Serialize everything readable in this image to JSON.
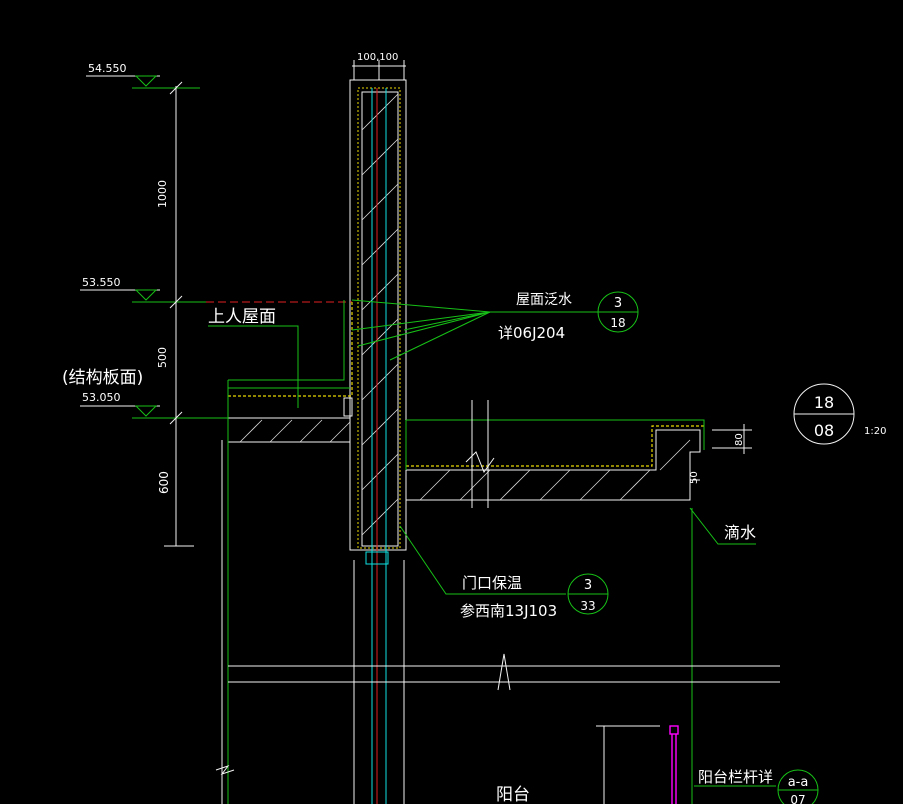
{
  "drawing": {
    "elevations": [
      {
        "id": "elev-top",
        "value": "54.550"
      },
      {
        "id": "elev-mid",
        "value": "53.550"
      },
      {
        "id": "elev-slab",
        "value": "53.050"
      }
    ],
    "dimensions": {
      "top_width": "100,100",
      "dim_1000": "1000",
      "dim_500": "500",
      "dim_600": "600",
      "dim_80": "80",
      "dim_50": "50"
    },
    "labels": {
      "accessible_roof": "上人屋面",
      "structural_slab": "(结构板面)",
      "roof_flashing": "屋面泛水",
      "roof_flashing_ref": "详06J204",
      "drip": "滴水",
      "door_insulation": "门口保温",
      "door_insulation_ref": "参西南13J103",
      "balcony": "阳台",
      "balcony_rail": "阳台栏杆详",
      "scale": "1:20"
    },
    "detail_bubbles": {
      "flashing": {
        "top": "3",
        "bottom": "18"
      },
      "insulation": {
        "top": "3",
        "bottom": "33"
      },
      "main": {
        "top": "18",
        "bottom": "08"
      },
      "rail": {
        "top": "a-a",
        "bottom": "07"
      }
    }
  }
}
